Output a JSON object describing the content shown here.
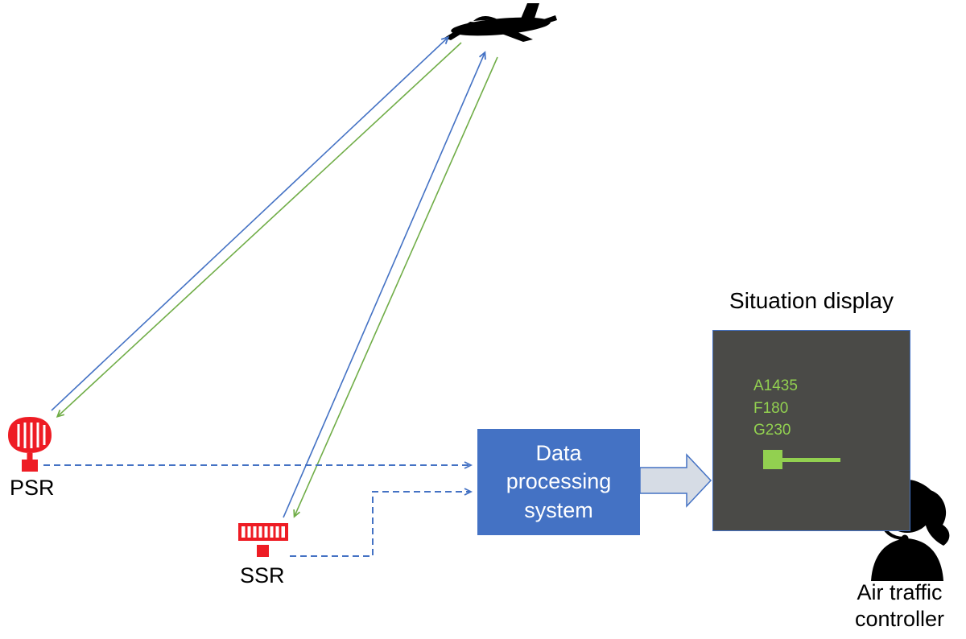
{
  "labels": {
    "psr": "PSR",
    "ssr": "SSR",
    "data_processing": "Data processing system",
    "situation_display": "Situation display",
    "air_traffic_controller_line1": "Air traffic",
    "air_traffic_controller_line2": "controller"
  },
  "situation_display": {
    "track_lines": [
      "A1435",
      "F180",
      "G230"
    ]
  },
  "icons": {
    "airplane": "airplane-icon",
    "psr_radar": "psr-radar-icon",
    "ssr_radar": "ssr-radar-icon",
    "controller": "air-traffic-controller-silhouette"
  },
  "colors": {
    "blue": "#4472c4",
    "green": "#70ad47",
    "red": "#ee1c24",
    "display_bg": "#4a4a47",
    "display_green": "#92d050",
    "arrow_fill": "#d6dce5",
    "ink": "#000000"
  }
}
